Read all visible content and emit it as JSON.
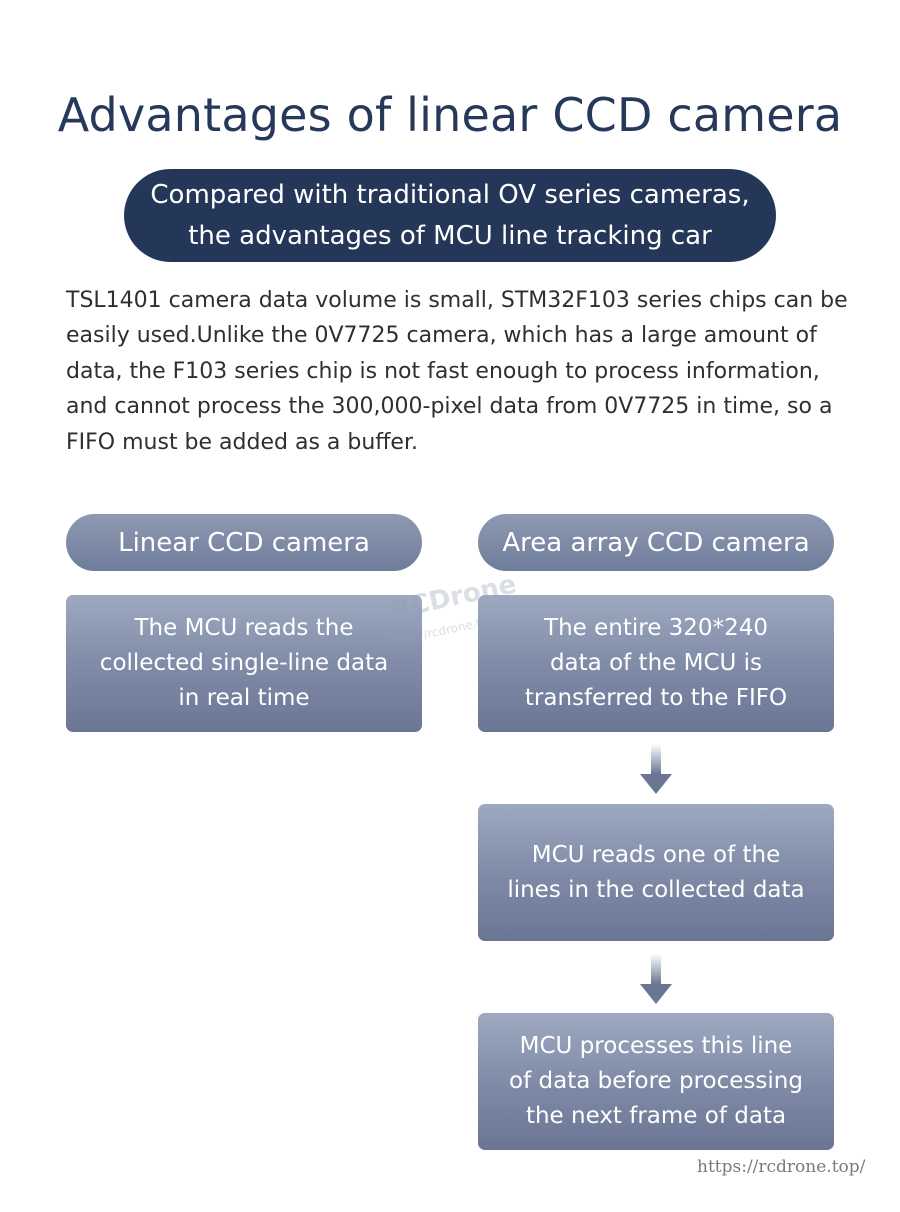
{
  "title": "Advantages of linear CCD camera",
  "subtitle": {
    "line1": "Compared with traditional OV series cameras,",
    "line2": "the advantages of MCU line tracking car"
  },
  "intro": {
    "lines": [
      "TSL1401 camera data volume is small, STM32F103 series chips can be",
      "easily used.Unlike the 0V7725 camera, which has a large amount of",
      "data, the F103 series chip is not fast enough to process information,",
      "and cannot process the 300,000-pixel data from 0V7725 in time, so a",
      "FIFO must be added as a buffer."
    ]
  },
  "columns": {
    "linear": {
      "header": "Linear CCD camera",
      "box_lines": [
        "The MCU reads the",
        "collected single-line data",
        "in real time"
      ]
    },
    "area": {
      "header": "Area array CCD camera",
      "steps": [
        {
          "lines": [
            "The entire 320*240",
            "data of the MCU is",
            "transferred to the FIFO"
          ]
        },
        {
          "lines": [
            "MCU reads one of the",
            "lines in the collected data"
          ]
        },
        {
          "lines": [
            "MCU processes this line",
            "of data before processing",
            "the next frame of data"
          ]
        }
      ]
    }
  },
  "watermark": {
    "brand": "RCDrone",
    "url": "https://rcdrone.top/"
  },
  "footer_url": "https://rcdrone.top/",
  "colors": {
    "title": "#26395a",
    "pill_dark": "#253759",
    "box_blue_gray": "#7d89a5",
    "arrow": "#6a7694"
  },
  "icons": [
    "arrow-down-icon"
  ]
}
